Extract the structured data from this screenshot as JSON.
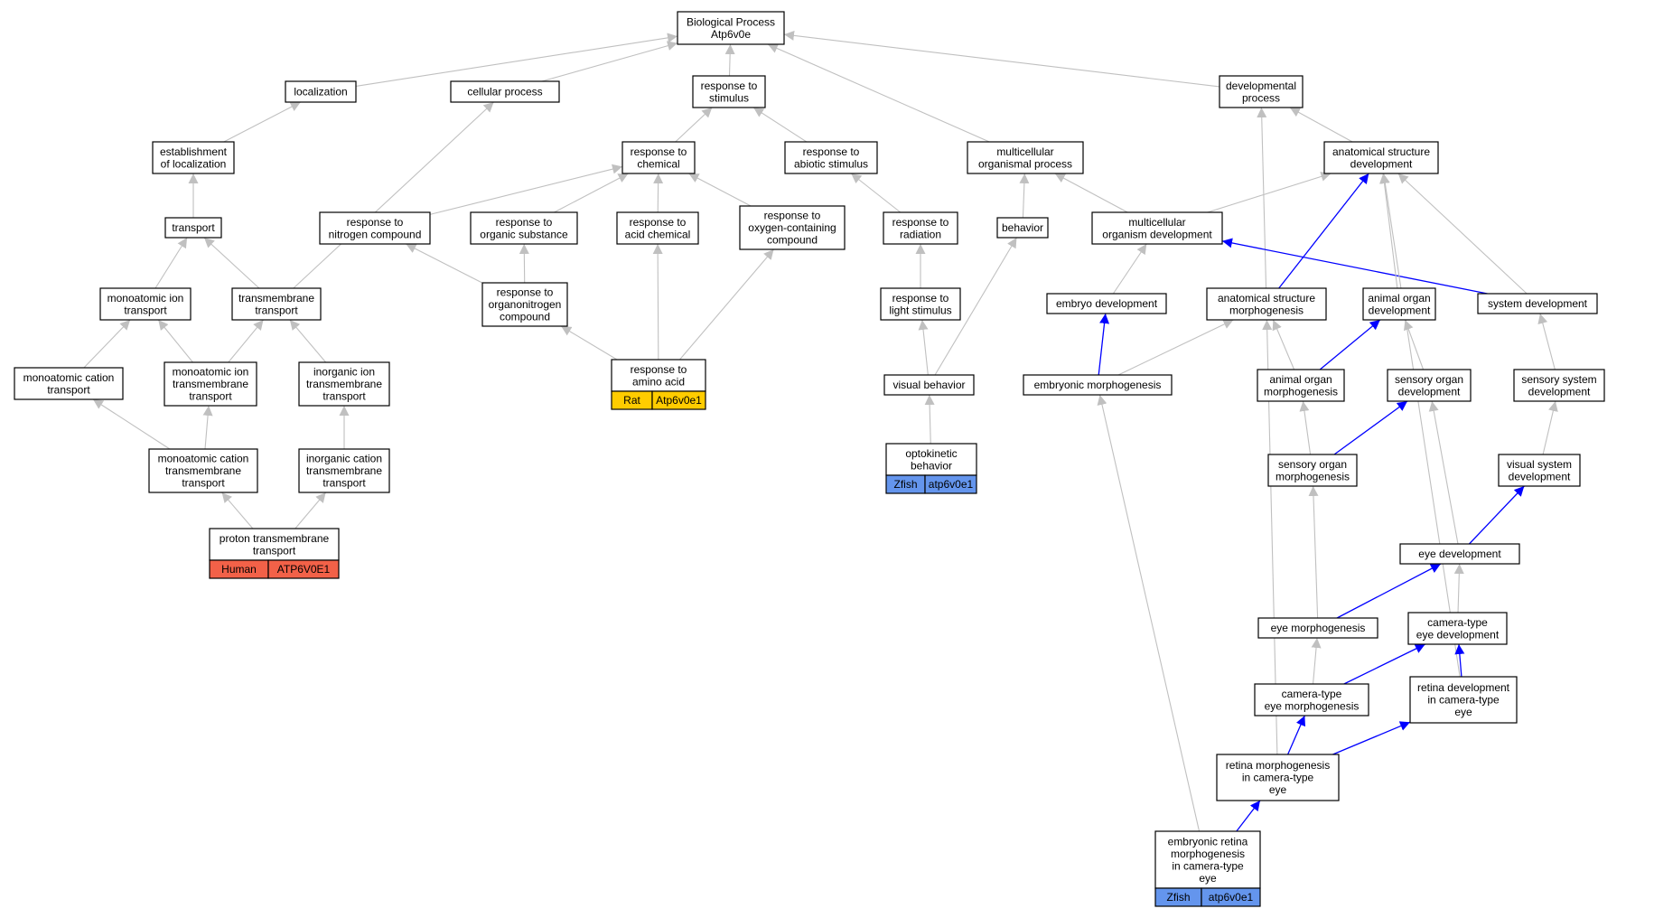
{
  "colors": {
    "edge_gray": "#c0c0c0",
    "edge_blue": "#0000ff",
    "human": "#f26148",
    "rat": "#ffcc00",
    "zfish": "#6495ed"
  },
  "nodes": {
    "bp": [
      "Biological Process",
      "Atp6v0e"
    ],
    "localization": [
      "localization"
    ],
    "cellular_process": [
      "cellular process"
    ],
    "response_stimulus": [
      "response to",
      "stimulus"
    ],
    "developmental_process": [
      "developmental",
      "process"
    ],
    "establishment_localization": [
      "establishment",
      "of localization"
    ],
    "response_chemical": [
      "response to",
      "chemical"
    ],
    "response_abiotic": [
      "response to",
      "abiotic stimulus"
    ],
    "multicellular_process": [
      "multicellular",
      "organismal process"
    ],
    "anat_dev": [
      "anatomical structure",
      "development"
    ],
    "transport": [
      "transport"
    ],
    "resp_nitrogen": [
      "response to",
      "nitrogen compound"
    ],
    "resp_organic": [
      "response to",
      "organic substance"
    ],
    "resp_acid": [
      "response to",
      "acid chemical"
    ],
    "resp_oxygen": [
      "response to",
      "oxygen-containing",
      "compound"
    ],
    "resp_radiation": [
      "response to",
      "radiation"
    ],
    "behavior": [
      "behavior"
    ],
    "multi_org_dev": [
      "multicellular",
      "organism development"
    ],
    "monoatomic_ion_transport": [
      "monoatomic ion",
      "transport"
    ],
    "transmembrane_transport": [
      "transmembrane",
      "transport"
    ],
    "resp_organonitrogen": [
      "response to",
      "organonitrogen",
      "compound"
    ],
    "resp_light": [
      "response to",
      "light stimulus"
    ],
    "embryo_dev": [
      "embryo development"
    ],
    "anat_morph": [
      "anatomical structure",
      "morphogenesis"
    ],
    "animal_organ_dev": [
      "animal organ",
      "development"
    ],
    "system_dev": [
      "system development"
    ],
    "monoatomic_cation_transport": [
      "monoatomic cation",
      "transport"
    ],
    "monoatomic_ion_tm": [
      "monoatomic ion",
      "transmembrane",
      "transport"
    ],
    "inorganic_ion_tm": [
      "inorganic ion",
      "transmembrane",
      "transport"
    ],
    "resp_amino": [
      "response to",
      "amino acid"
    ],
    "visual_behavior": [
      "visual behavior"
    ],
    "embryonic_morph": [
      "embryonic morphogenesis"
    ],
    "animal_organ_morph": [
      "animal organ",
      "morphogenesis"
    ],
    "sensory_organ_dev": [
      "sensory organ",
      "development"
    ],
    "sensory_system_dev": [
      "sensory system",
      "development"
    ],
    "monoatomic_cation_tm": [
      "monoatomic cation",
      "transmembrane",
      "transport"
    ],
    "inorganic_cation_tm": [
      "inorganic cation",
      "transmembrane",
      "transport"
    ],
    "optokinetic": [
      "optokinetic",
      "behavior"
    ],
    "sensory_organ_morph": [
      "sensory organ",
      "morphogenesis"
    ],
    "visual_system_dev": [
      "visual system",
      "development"
    ],
    "proton_tm": [
      "proton transmembrane",
      "transport"
    ],
    "eye_dev": [
      "eye development"
    ],
    "eye_morph": [
      "eye morphogenesis"
    ],
    "camera_eye_dev": [
      "camera-type",
      "eye development"
    ],
    "camera_eye_morph": [
      "camera-type",
      "eye morphogenesis"
    ],
    "retina_dev": [
      "retina development",
      "in camera-type",
      "eye"
    ],
    "retina_morph": [
      "retina morphogenesis",
      "in camera-type",
      "eye"
    ],
    "embryonic_retina": [
      "embryonic retina",
      "morphogenesis",
      "in camera-type",
      "eye"
    ]
  },
  "annotations": {
    "proton_tm": {
      "species": "Human",
      "gene": "ATP6V0E1",
      "color": "#f26148"
    },
    "resp_amino": {
      "species": "Rat",
      "gene": "Atp6v0e1",
      "color": "#ffcc00"
    },
    "optokinetic": {
      "species": "Zfish",
      "gene": "atp6v0e1",
      "color": "#6495ed"
    },
    "embryonic_retina": {
      "species": "Zfish",
      "gene": "atp6v0e1",
      "color": "#6495ed"
    }
  },
  "edges": [
    {
      "from": "localization",
      "to": "bp",
      "color": "gray"
    },
    {
      "from": "cellular_process",
      "to": "bp",
      "color": "gray"
    },
    {
      "from": "response_stimulus",
      "to": "bp",
      "color": "gray"
    },
    {
      "from": "multicellular_process",
      "to": "bp",
      "color": "gray"
    },
    {
      "from": "developmental_process",
      "to": "bp",
      "color": "gray"
    },
    {
      "from": "establishment_localization",
      "to": "localization",
      "color": "gray"
    },
    {
      "from": "transport",
      "to": "establishment_localization",
      "color": "gray"
    },
    {
      "from": "monoatomic_ion_transport",
      "to": "transport",
      "color": "gray"
    },
    {
      "from": "transmembrane_transport",
      "to": "transport",
      "color": "gray"
    },
    {
      "from": "transmembrane_transport",
      "to": "cellular_process",
      "color": "gray"
    },
    {
      "from": "monoatomic_cation_transport",
      "to": "monoatomic_ion_transport",
      "color": "gray"
    },
    {
      "from": "monoatomic_ion_tm",
      "to": "monoatomic_ion_transport",
      "color": "gray"
    },
    {
      "from": "monoatomic_ion_tm",
      "to": "transmembrane_transport",
      "color": "gray"
    },
    {
      "from": "inorganic_ion_tm",
      "to": "transmembrane_transport",
      "color": "gray"
    },
    {
      "from": "monoatomic_cation_tm",
      "to": "monoatomic_cation_transport",
      "color": "gray"
    },
    {
      "from": "monoatomic_cation_tm",
      "to": "monoatomic_ion_tm",
      "color": "gray"
    },
    {
      "from": "inorganic_cation_tm",
      "to": "inorganic_ion_tm",
      "color": "gray"
    },
    {
      "from": "proton_tm",
      "to": "monoatomic_cation_tm",
      "color": "gray"
    },
    {
      "from": "proton_tm",
      "to": "inorganic_cation_tm",
      "color": "gray"
    },
    {
      "from": "response_chemical",
      "to": "response_stimulus",
      "color": "gray"
    },
    {
      "from": "response_abiotic",
      "to": "response_stimulus",
      "color": "gray"
    },
    {
      "from": "resp_nitrogen",
      "to": "response_chemical",
      "color": "gray"
    },
    {
      "from": "resp_organic",
      "to": "response_chemical",
      "color": "gray"
    },
    {
      "from": "resp_acid",
      "to": "response_chemical",
      "color": "gray"
    },
    {
      "from": "resp_oxygen",
      "to": "response_chemical",
      "color": "gray"
    },
    {
      "from": "resp_organonitrogen",
      "to": "resp_nitrogen",
      "color": "gray"
    },
    {
      "from": "resp_organonitrogen",
      "to": "resp_organic",
      "color": "gray"
    },
    {
      "from": "resp_amino",
      "to": "resp_organonitrogen",
      "color": "gray"
    },
    {
      "from": "resp_amino",
      "to": "resp_acid",
      "color": "gray"
    },
    {
      "from": "resp_amino",
      "to": "resp_oxygen",
      "color": "gray"
    },
    {
      "from": "resp_radiation",
      "to": "response_abiotic",
      "color": "gray"
    },
    {
      "from": "resp_light",
      "to": "resp_radiation",
      "color": "gray"
    },
    {
      "from": "visual_behavior",
      "to": "resp_light",
      "color": "gray"
    },
    {
      "from": "visual_behavior",
      "to": "behavior",
      "color": "gray"
    },
    {
      "from": "optokinetic",
      "to": "visual_behavior",
      "color": "gray"
    },
    {
      "from": "behavior",
      "to": "multicellular_process",
      "color": "gray"
    },
    {
      "from": "multi_org_dev",
      "to": "multicellular_process",
      "color": "gray"
    },
    {
      "from": "multi_org_dev",
      "to": "anat_dev",
      "color": "gray"
    },
    {
      "from": "anat_dev",
      "to": "developmental_process",
      "color": "gray"
    },
    {
      "from": "anat_morph",
      "to": "developmental_process",
      "color": "gray"
    },
    {
      "from": "embryo_dev",
      "to": "multi_org_dev",
      "color": "gray"
    },
    {
      "from": "system_dev",
      "to": "multi_org_dev",
      "color": "blue"
    },
    {
      "from": "anat_morph",
      "to": "anat_dev",
      "color": "blue"
    },
    {
      "from": "animal_organ_dev",
      "to": "anat_dev",
      "color": "gray"
    },
    {
      "from": "system_dev",
      "to": "anat_dev",
      "color": "gray"
    },
    {
      "from": "retina_dev",
      "to": "anat_dev",
      "color": "gray"
    },
    {
      "from": "embryonic_morph",
      "to": "embryo_dev",
      "color": "blue"
    },
    {
      "from": "embryonic_morph",
      "to": "anat_morph",
      "color": "gray"
    },
    {
      "from": "animal_organ_morph",
      "to": "anat_morph",
      "color": "gray"
    },
    {
      "from": "retina_morph",
      "to": "anat_morph",
      "color": "gray"
    },
    {
      "from": "animal_organ_morph",
      "to": "animal_organ_dev",
      "color": "blue"
    },
    {
      "from": "sensory_organ_dev",
      "to": "animal_organ_dev",
      "color": "gray"
    },
    {
      "from": "sensory_system_dev",
      "to": "system_dev",
      "color": "gray"
    },
    {
      "from": "sensory_organ_morph",
      "to": "animal_organ_morph",
      "color": "gray"
    },
    {
      "from": "sensory_organ_morph",
      "to": "sensory_organ_dev",
      "color": "blue"
    },
    {
      "from": "visual_system_dev",
      "to": "sensory_system_dev",
      "color": "gray"
    },
    {
      "from": "eye_dev",
      "to": "sensory_organ_dev",
      "color": "gray"
    },
    {
      "from": "eye_dev",
      "to": "visual_system_dev",
      "color": "blue"
    },
    {
      "from": "eye_morph",
      "to": "sensory_organ_morph",
      "color": "gray"
    },
    {
      "from": "eye_morph",
      "to": "eye_dev",
      "color": "blue"
    },
    {
      "from": "camera_eye_dev",
      "to": "eye_dev",
      "color": "gray"
    },
    {
      "from": "camera_eye_morph",
      "to": "eye_morph",
      "color": "gray"
    },
    {
      "from": "camera_eye_morph",
      "to": "camera_eye_dev",
      "color": "blue"
    },
    {
      "from": "retina_dev",
      "to": "camera_eye_dev",
      "color": "blue"
    },
    {
      "from": "retina_morph",
      "to": "camera_eye_morph",
      "color": "blue"
    },
    {
      "from": "retina_morph",
      "to": "retina_dev",
      "color": "blue"
    },
    {
      "from": "embryonic_retina",
      "to": "retina_morph",
      "color": "blue"
    },
    {
      "from": "embryonic_retina",
      "to": "embryonic_morph",
      "color": "gray"
    }
  ]
}
